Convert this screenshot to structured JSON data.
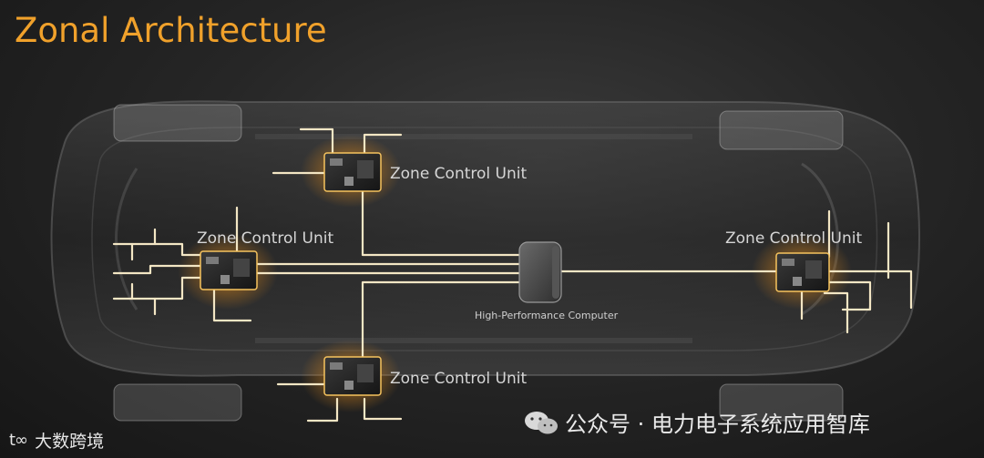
{
  "title": "Zonal Architecture",
  "zone_units": [
    {
      "label": "Zone Control Unit"
    },
    {
      "label": "Zone Control Unit"
    },
    {
      "label": "Zone Control Unit"
    },
    {
      "label": "Zone Control Unit"
    }
  ],
  "hpc": {
    "label": "High-Performance Computer"
  },
  "watermark": {
    "text": "公众号 · 电力电子系统应用智库",
    "icon": "wechat-icon"
  },
  "brand": {
    "logo_text": "t∞",
    "text": "大数跨境",
    "icon": "brand-logo-icon"
  },
  "colors": {
    "accent": "#f0a12b",
    "wire": "#f3e6c4",
    "glow": "#f7b733"
  }
}
